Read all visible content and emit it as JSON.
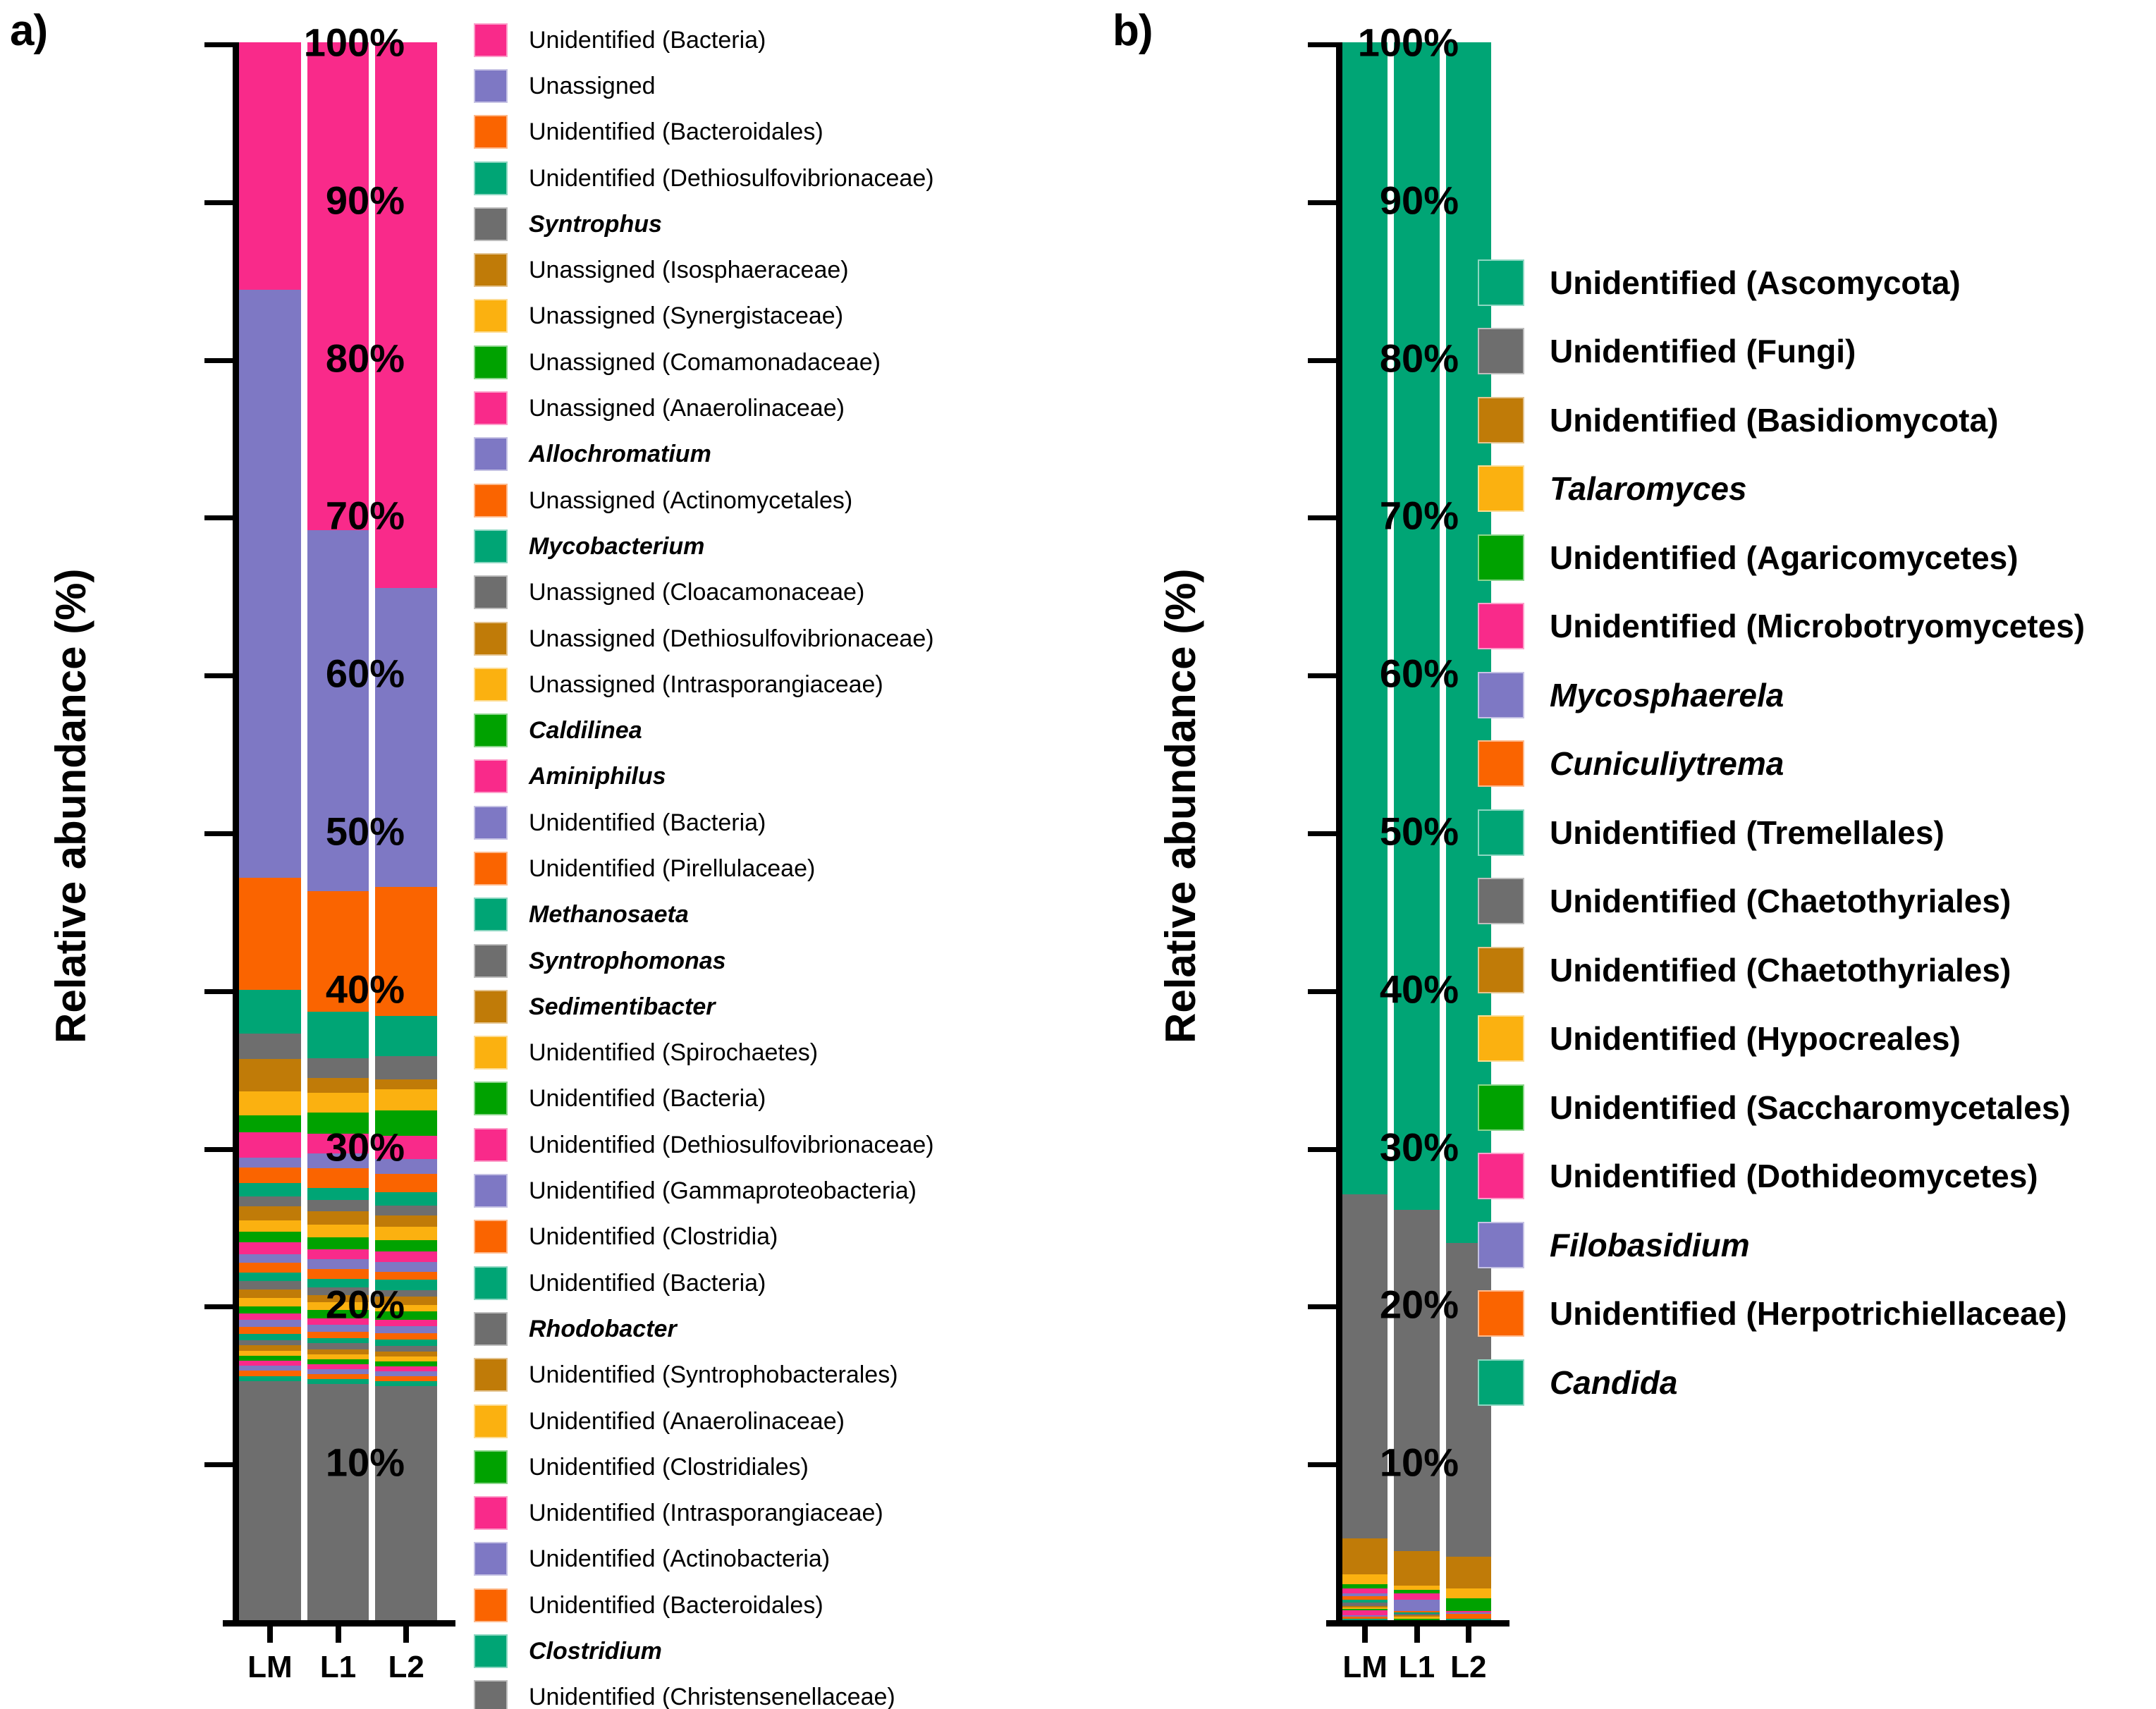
{
  "panels": [
    {
      "letter": "a)",
      "ylabel": "Relative abundance  (%)",
      "yticks": [
        "100%",
        "90%",
        "80%",
        "70%",
        "60%",
        "50%",
        "40%",
        "30%",
        "20%",
        "10%"
      ],
      "ytick_values": [
        100,
        90,
        80,
        70,
        60,
        50,
        40,
        30,
        20,
        10
      ],
      "xticks": [
        "LM",
        "L1",
        "L2"
      ]
    },
    {
      "letter": "b)",
      "ylabel": "Relative abundance  (%)",
      "yticks": [
        "100%",
        "90%",
        "80%",
        "70%",
        "60%",
        "50%",
        "40%",
        "30%",
        "20%",
        "10%"
      ],
      "ytick_values": [
        100,
        90,
        80,
        70,
        60,
        50,
        40,
        30,
        20,
        10
      ],
      "xticks": [
        "LM",
        "L1",
        "L2"
      ]
    }
  ],
  "chart_data": [
    {
      "type": "bar",
      "subtype": "stacked-100-percent",
      "title": "a)",
      "xlabel": "",
      "ylabel": "Relative abundance  (%)",
      "ylim": [
        0,
        100
      ],
      "grid": false,
      "legend_position": "right",
      "categories": [
        "LM",
        "L1",
        "L2"
      ],
      "series": [
        {
          "name": "Unidentified (Bacteria)",
          "color": "#F92A8A",
          "italic": false,
          "values": [
            14.6,
            29.6,
            32.9
          ]
        },
        {
          "name": "Unassigned",
          "color": "#7E78C4",
          "italic": false,
          "values": [
            34.7,
            21.9,
            18.0
          ]
        },
        {
          "name": "Unidentified (Bacteroidales)",
          "color": "#FA6400",
          "italic": false,
          "values": [
            6.6,
            7.3,
            7.8
          ]
        },
        {
          "name": "Unidentified (Dethiosulfovibrionaceae)",
          "color": "#00A575",
          "italic": false,
          "values": [
            2.6,
            2.8,
            2.4
          ]
        },
        {
          "name": "Syntrophus",
          "color": "#6E6E6E",
          "italic": true,
          "values": [
            1.5,
            1.2,
            1.4
          ]
        },
        {
          "name": "Unassigned (Isosphaeraceae)",
          "color": "#C07B08",
          "italic": false,
          "values": [
            1.9,
            0.9,
            0.6
          ]
        },
        {
          "name": "Unassigned (Synergistaceae)",
          "color": "#FBB110",
          "italic": false,
          "values": [
            1.4,
            1.2,
            1.3
          ]
        },
        {
          "name": "Unassigned (Comamonadaceae)",
          "color": "#00A200",
          "italic": false,
          "values": [
            1.0,
            1.3,
            1.5
          ]
        },
        {
          "name": "Unassigned (Anaerolinaceae)",
          "color": "#F92A8A",
          "italic": false,
          "values": [
            1.5,
            1.2,
            1.4
          ]
        },
        {
          "name": "Allochromatium",
          "color": "#7E78C4",
          "italic": true,
          "values": [
            0.6,
            0.9,
            0.9
          ]
        },
        {
          "name": "Unassigned (Actinomycetales)",
          "color": "#FA6400",
          "italic": false,
          "values": [
            0.9,
            1.2,
            1.1
          ]
        },
        {
          "name": "Mycobacterium",
          "color": "#00A575",
          "italic": true,
          "values": [
            0.8,
            0.7,
            0.8
          ]
        },
        {
          "name": "Unassigned (Cloacamonaceae)",
          "color": "#6E6E6E",
          "italic": false,
          "values": [
            0.6,
            0.7,
            0.6
          ]
        },
        {
          "name": "Unassigned (Dethiosulfovibrionaceae)",
          "color": "#C07B08",
          "italic": false,
          "values": [
            0.8,
            0.8,
            0.7
          ]
        },
        {
          "name": "Unassigned (Intrasporangiaceae)",
          "color": "#FBB110",
          "italic": false,
          "values": [
            0.7,
            0.8,
            0.8
          ]
        },
        {
          "name": "Caldilinea",
          "color": "#00A200",
          "italic": true,
          "values": [
            0.6,
            0.7,
            0.7
          ]
        },
        {
          "name": "Aminiphilus",
          "color": "#F92A8A",
          "italic": true,
          "values": [
            0.7,
            0.6,
            0.6
          ]
        },
        {
          "name": "Unidentified (Bacteria)",
          "color": "#7E78C4",
          "italic": false,
          "values": [
            0.5,
            0.6,
            0.6
          ]
        },
        {
          "name": "Unidentified (Pirellulaceae)",
          "color": "#FA6400",
          "italic": false,
          "values": [
            0.6,
            0.6,
            0.5
          ]
        },
        {
          "name": "Methanosaeta",
          "color": "#00A575",
          "italic": true,
          "values": [
            0.5,
            0.5,
            0.6
          ]
        },
        {
          "name": "Syntrophomonas",
          "color": "#6E6E6E",
          "italic": true,
          "values": [
            0.5,
            0.5,
            0.4
          ]
        },
        {
          "name": "Sedimentibacter",
          "color": "#C07B08",
          "italic": true,
          "values": [
            0.5,
            0.4,
            0.5
          ]
        },
        {
          "name": "Unidentified (Spirochaetes)",
          "color": "#FBB110",
          "italic": false,
          "values": [
            0.5,
            0.5,
            0.4
          ]
        },
        {
          "name": "Unidentified (Bacteria)",
          "color": "#00A200",
          "italic": false,
          "values": [
            0.4,
            0.5,
            0.5
          ]
        },
        {
          "name": "Unidentified (Dethiosulfovibrionaceae)",
          "color": "#F92A8A",
          "italic": false,
          "values": [
            0.4,
            0.4,
            0.4
          ]
        },
        {
          "name": "Unidentified (Gammaproteobacteria)",
          "color": "#7E78C4",
          "italic": false,
          "values": [
            0.4,
            0.4,
            0.4
          ]
        },
        {
          "name": "Unidentified (Clostridia)",
          "color": "#FA6400",
          "italic": false,
          "values": [
            0.4,
            0.4,
            0.4
          ]
        },
        {
          "name": "Unidentified (Bacteria)",
          "color": "#00A575",
          "italic": false,
          "values": [
            0.4,
            0.3,
            0.4
          ]
        },
        {
          "name": "Rhodobacter",
          "color": "#6E6E6E",
          "italic": true,
          "values": [
            0.3,
            0.4,
            0.3
          ]
        },
        {
          "name": "Unidentified (Syntrophobacterales)",
          "color": "#C07B08",
          "italic": false,
          "values": [
            0.3,
            0.3,
            0.3
          ]
        },
        {
          "name": "Unidentified (Anaerolinaceae)",
          "color": "#FBB110",
          "italic": false,
          "values": [
            0.3,
            0.3,
            0.3
          ]
        },
        {
          "name": "Unidentified (Clostridiales)",
          "color": "#00A200",
          "italic": false,
          "values": [
            0.3,
            0.3,
            0.3
          ]
        },
        {
          "name": "Unidentified (Intrasporangiaceae)",
          "color": "#F92A8A",
          "italic": false,
          "values": [
            0.3,
            0.3,
            0.3
          ]
        },
        {
          "name": "Unidentified (Actinobacteria)",
          "color": "#7E78C4",
          "italic": false,
          "values": [
            0.3,
            0.3,
            0.3
          ]
        },
        {
          "name": "Unidentified (Bacteroidales)",
          "color": "#FA6400",
          "italic": false,
          "values": [
            0.3,
            0.3,
            0.3
          ]
        },
        {
          "name": "Clostridium",
          "color": "#00A575",
          "italic": true,
          "values": [
            0.3,
            0.3,
            0.3
          ]
        },
        {
          "name": "Unidentified (Christensenellaceae)",
          "color": "#6E6E6E",
          "italic": false,
          "values": [
            14.1,
            14.3,
            14.1
          ]
        }
      ]
    },
    {
      "type": "bar",
      "subtype": "stacked-100-percent",
      "title": "b)",
      "xlabel": "",
      "ylabel": "Relative abundance  (%)",
      "ylim": [
        0,
        100
      ],
      "grid": false,
      "legend_position": "right",
      "categories": [
        "LM",
        "L1",
        "L2"
      ],
      "series": [
        {
          "name": "Unidentified (Ascomycota)",
          "color": "#00A575",
          "italic": false,
          "values": [
            73.0,
            74.0,
            76.0
          ]
        },
        {
          "name": "Unidentified (Fungi)",
          "color": "#6E6E6E",
          "italic": false,
          "values": [
            21.8,
            21.6,
            19.9
          ]
        },
        {
          "name": "Unidentified (Basidiomycota)",
          "color": "#C07B08",
          "italic": false,
          "values": [
            2.3,
            2.2,
            2.0
          ]
        },
        {
          "name": "Talaromyces",
          "color": "#FBB110",
          "italic": true,
          "values": [
            0.6,
            0.3,
            0.6
          ]
        },
        {
          "name": "Unidentified (Agaricomycetes)",
          "color": "#00A200",
          "italic": false,
          "values": [
            0.3,
            0.2,
            0.8
          ]
        },
        {
          "name": "Unidentified (Microbotryomycetes)",
          "color": "#F92A8A",
          "italic": false,
          "values": [
            0.3,
            0.4,
            0.1
          ]
        },
        {
          "name": "Mycosphaerela",
          "color": "#7E78C4",
          "italic": true,
          "values": [
            0.2,
            0.7,
            0.1
          ]
        },
        {
          "name": "Cuniculiytrema",
          "color": "#FA6400",
          "italic": true,
          "values": [
            0.2,
            0.1,
            0.3
          ]
        },
        {
          "name": "Unidentified (Tremellales)",
          "color": "#00A575",
          "italic": false,
          "values": [
            0.2,
            0.1,
            0.1
          ]
        },
        {
          "name": "Unidentified (Chaetothyriales)",
          "color": "#6E6E6E",
          "italic": false,
          "values": [
            0.2,
            0.1,
            0.0
          ]
        },
        {
          "name": "Unidentified (Chaetothyriales)",
          "color": "#C07B08",
          "italic": false,
          "values": [
            0.1,
            0.1,
            0.0
          ]
        },
        {
          "name": "Unidentified (Hypocreales)",
          "color": "#FBB110",
          "italic": false,
          "values": [
            0.1,
            0.1,
            0.0
          ]
        },
        {
          "name": "Unidentified (Saccharomycetales)",
          "color": "#00A200",
          "italic": false,
          "values": [
            0.1,
            0.1,
            0.0
          ]
        },
        {
          "name": "Unidentified (Dothideomycetes)",
          "color": "#F92A8A",
          "italic": false,
          "values": [
            0.3,
            0.0,
            0.0
          ]
        },
        {
          "name": "Filobasidium",
          "color": "#7E78C4",
          "italic": true,
          "values": [
            0.1,
            0.0,
            0.0
          ]
        },
        {
          "name": "Unidentified (Herpotrichiellaceae)",
          "color": "#FA6400",
          "italic": false,
          "values": [
            0.1,
            0.0,
            0.0
          ]
        },
        {
          "name": "Candida",
          "color": "#00A575",
          "italic": true,
          "values": [
            0.1,
            0.0,
            0.0
          ]
        }
      ]
    }
  ]
}
